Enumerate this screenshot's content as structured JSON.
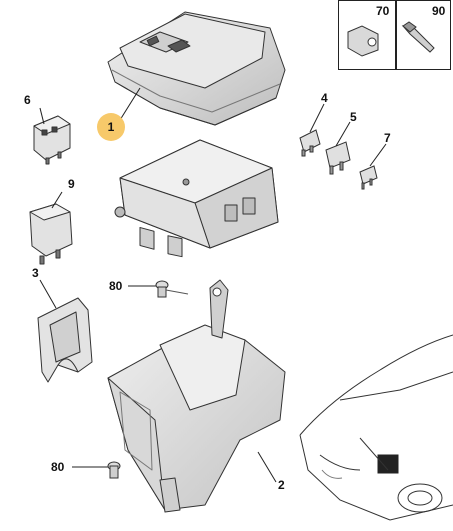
{
  "callouts": {
    "fuse_box_cover": "1",
    "fuse_box_base": "2",
    "bracket": "3",
    "fuse_small": "4",
    "fuse_medium": "5",
    "relay": "6",
    "fuse_mini": "7",
    "relay_large": "9",
    "clip": "70",
    "screw_top": "90",
    "push_rivet_upper": "80",
    "push_rivet_lower": "80"
  },
  "colors": {
    "highlight": "#f7c96a",
    "part_fill": "#e6e6e6",
    "part_stroke": "#333333"
  }
}
